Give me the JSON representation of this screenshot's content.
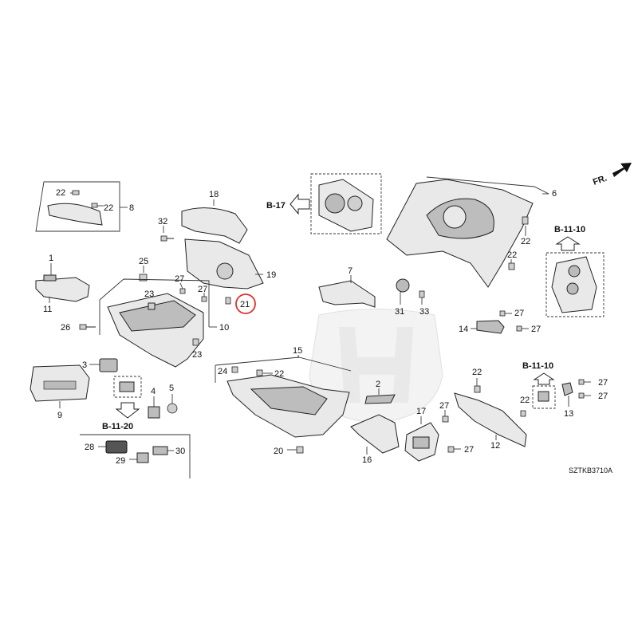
{
  "diagram": {
    "drawing_code": "SZTKB3710A",
    "front_label": "FR.",
    "highlight_color": "#e0302a",
    "highlighted_part": "21",
    "part_numbers": {
      "p1": "1",
      "p2": "2",
      "p3": "3",
      "p4": "4",
      "p5": "5",
      "p6": "6",
      "p7": "7",
      "p8": "8",
      "p9": "9",
      "p10": "10",
      "p11": "11",
      "p12": "12",
      "p13": "13",
      "p14": "14",
      "p15": "15",
      "p16": "16",
      "p17": "17",
      "p18": "18",
      "p19": "19",
      "p20": "20",
      "p21": "21",
      "p23": "23",
      "p25": "25",
      "p26": "26",
      "p28": "28",
      "p29": "29",
      "p30": "30",
      "p31": "31",
      "p32": "32",
      "p33": "33",
      "p22": "22",
      "p24": "24",
      "p27": "27"
    },
    "references": {
      "b17": "B-17",
      "b1110": "B-11-10",
      "b1120": "B-11-20"
    }
  }
}
